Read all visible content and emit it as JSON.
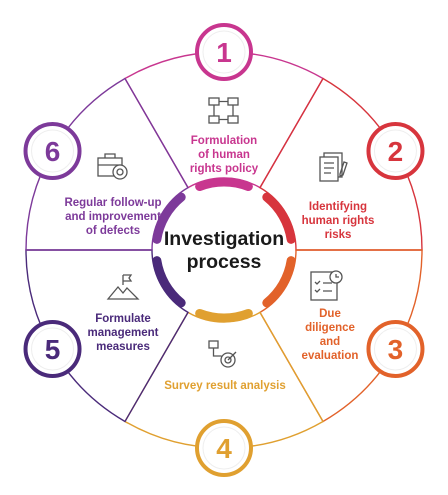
{
  "center": {
    "title": "Investigation\nprocess"
  },
  "steps": [
    {
      "number": "1",
      "label": "Formulation\nof human\nrights policy",
      "icon": "organization-chart-icon",
      "color": "#c8368f"
    },
    {
      "number": "2",
      "label": "Identifying\nhuman rights\nrisks",
      "icon": "document-checklist-icon",
      "color": "#d7353d"
    },
    {
      "number": "3",
      "label": "Due\ndiligence\nand\nevaluation",
      "icon": "checklist-clock-icon",
      "color": "#e2622a"
    },
    {
      "number": "4",
      "label": "Survey result analysis",
      "icon": "target-flow-icon",
      "color": "#e0a030"
    },
    {
      "number": "5",
      "label": "Formulate\nmanagement\nmeasures",
      "icon": "mountain-flag-icon",
      "color": "#4a2a7a"
    },
    {
      "number": "6",
      "label": "Regular follow-up\nand improvement\nof defects",
      "icon": "briefcase-target-icon",
      "color": "#7d3a9a"
    }
  ]
}
